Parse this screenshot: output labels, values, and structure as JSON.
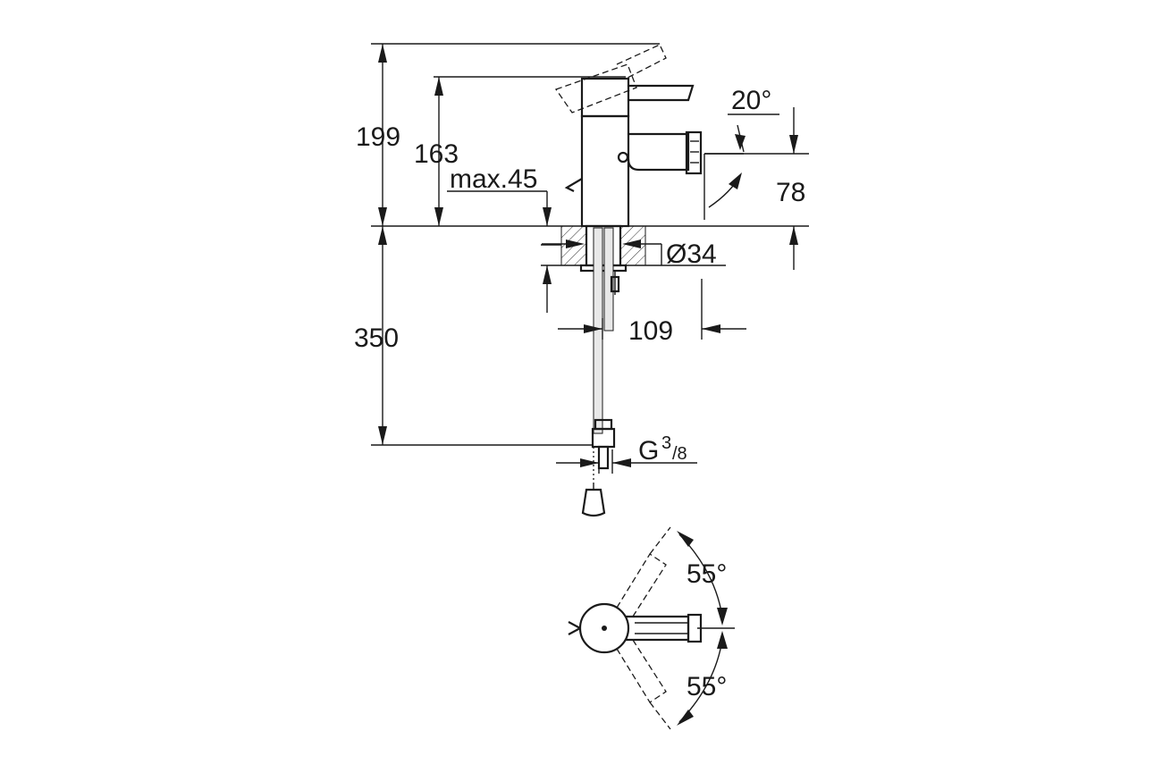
{
  "dimensions": {
    "total_height": "199",
    "spout_height": "163",
    "max_deck": "max.45",
    "spout_angle": "20°",
    "outlet_height": "78",
    "hole_diameter": "Ø34",
    "reach": "109",
    "hose_length": "350",
    "connection_main": "G",
    "connection_sup": "3",
    "connection_sub": "/8",
    "swivel_angle_top": "55°",
    "swivel_angle_bottom": "55°"
  }
}
